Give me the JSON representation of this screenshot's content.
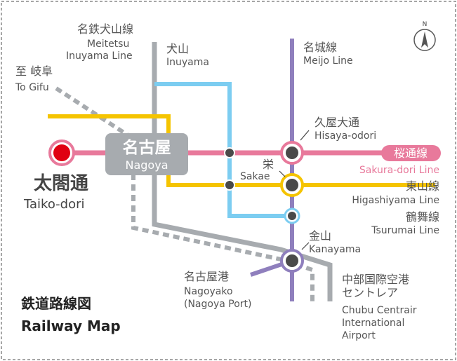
{
  "title": {
    "jp": "鉄道路線図",
    "en": "Railway Map"
  },
  "colors": {
    "sakura": "#e8799b",
    "higashiyama": "#f5c400",
    "tsurumai": "#7ccdf1",
    "meijo": "#8f7fbd",
    "meitetsu": "#a7abaf",
    "station_dark": "#4a4a4a",
    "terminus_red": "#e00012"
  },
  "lines": {
    "meitetsu_inuyama": {
      "jp": "名鉄犬山線",
      "en1": "Meitetsu",
      "en2": "Inuyama Line"
    },
    "to_gifu": {
      "jp": "至 岐阜",
      "en": "To Gifu"
    },
    "inuyama": {
      "jp": "犬山",
      "en": "Inuyama"
    },
    "meijo": {
      "jp": "名城線",
      "en": "Meijo Line"
    },
    "sakura_dori": {
      "jp": "桜通線",
      "en": "Sakura-dori Line"
    },
    "higashiyama": {
      "jp": "東山線",
      "en": "Higashiyama Line"
    },
    "tsurumai": {
      "jp": "鶴舞線",
      "en": "Tsurumai Line"
    },
    "airport": {
      "jp1": "中部国際空港",
      "jp2": "セントレア",
      "en1": "Chubu Centrair",
      "en2": "International",
      "en3": "Airport"
    }
  },
  "stations": {
    "nagoya": {
      "jp": "名古屋",
      "en": "Nagoya"
    },
    "taiko_dori": {
      "jp": "太閤通",
      "en": "Taiko-dori"
    },
    "hisaya_odori": {
      "jp": "久屋大通",
      "en": "Hisaya-odori"
    },
    "sakae": {
      "jp": "栄",
      "en": "Sakae"
    },
    "kanayama": {
      "jp": "金山",
      "en": "Kanayama"
    },
    "nagoyako": {
      "jp": "名古屋港",
      "en1": "Nagoyako",
      "en2": "(Nagoya Port)"
    }
  },
  "compass": {
    "label": "N"
  }
}
